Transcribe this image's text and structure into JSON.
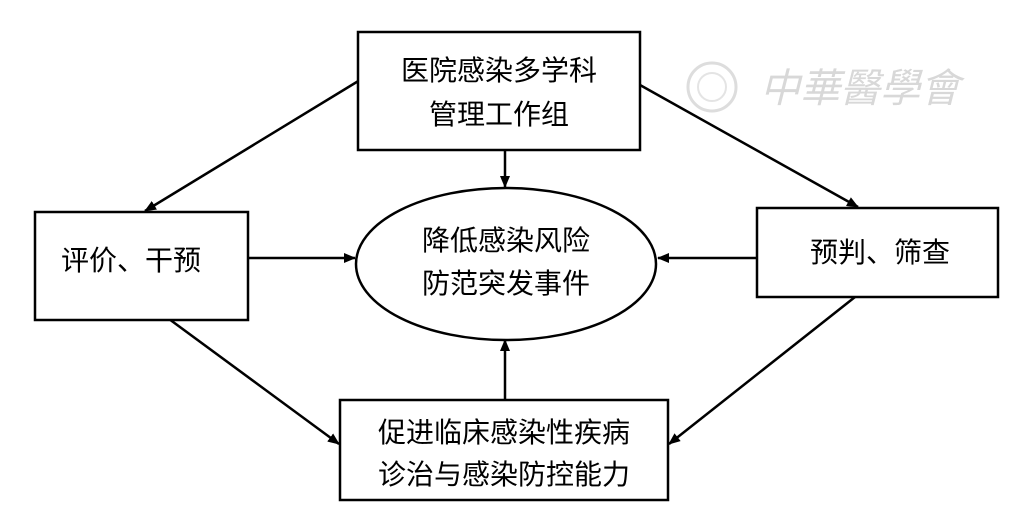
{
  "nodes": {
    "top": [
      "医院感染多学科",
      "管理工作组"
    ],
    "left": [
      "评价、干预"
    ],
    "right": [
      "预判、筛查"
    ],
    "center": [
      "降低感染风险",
      "防范突发事件"
    ],
    "bottom": [
      "促进临床感染性疾病",
      "诊治与感染防控能力"
    ]
  },
  "watermark": "中華醫學會"
}
